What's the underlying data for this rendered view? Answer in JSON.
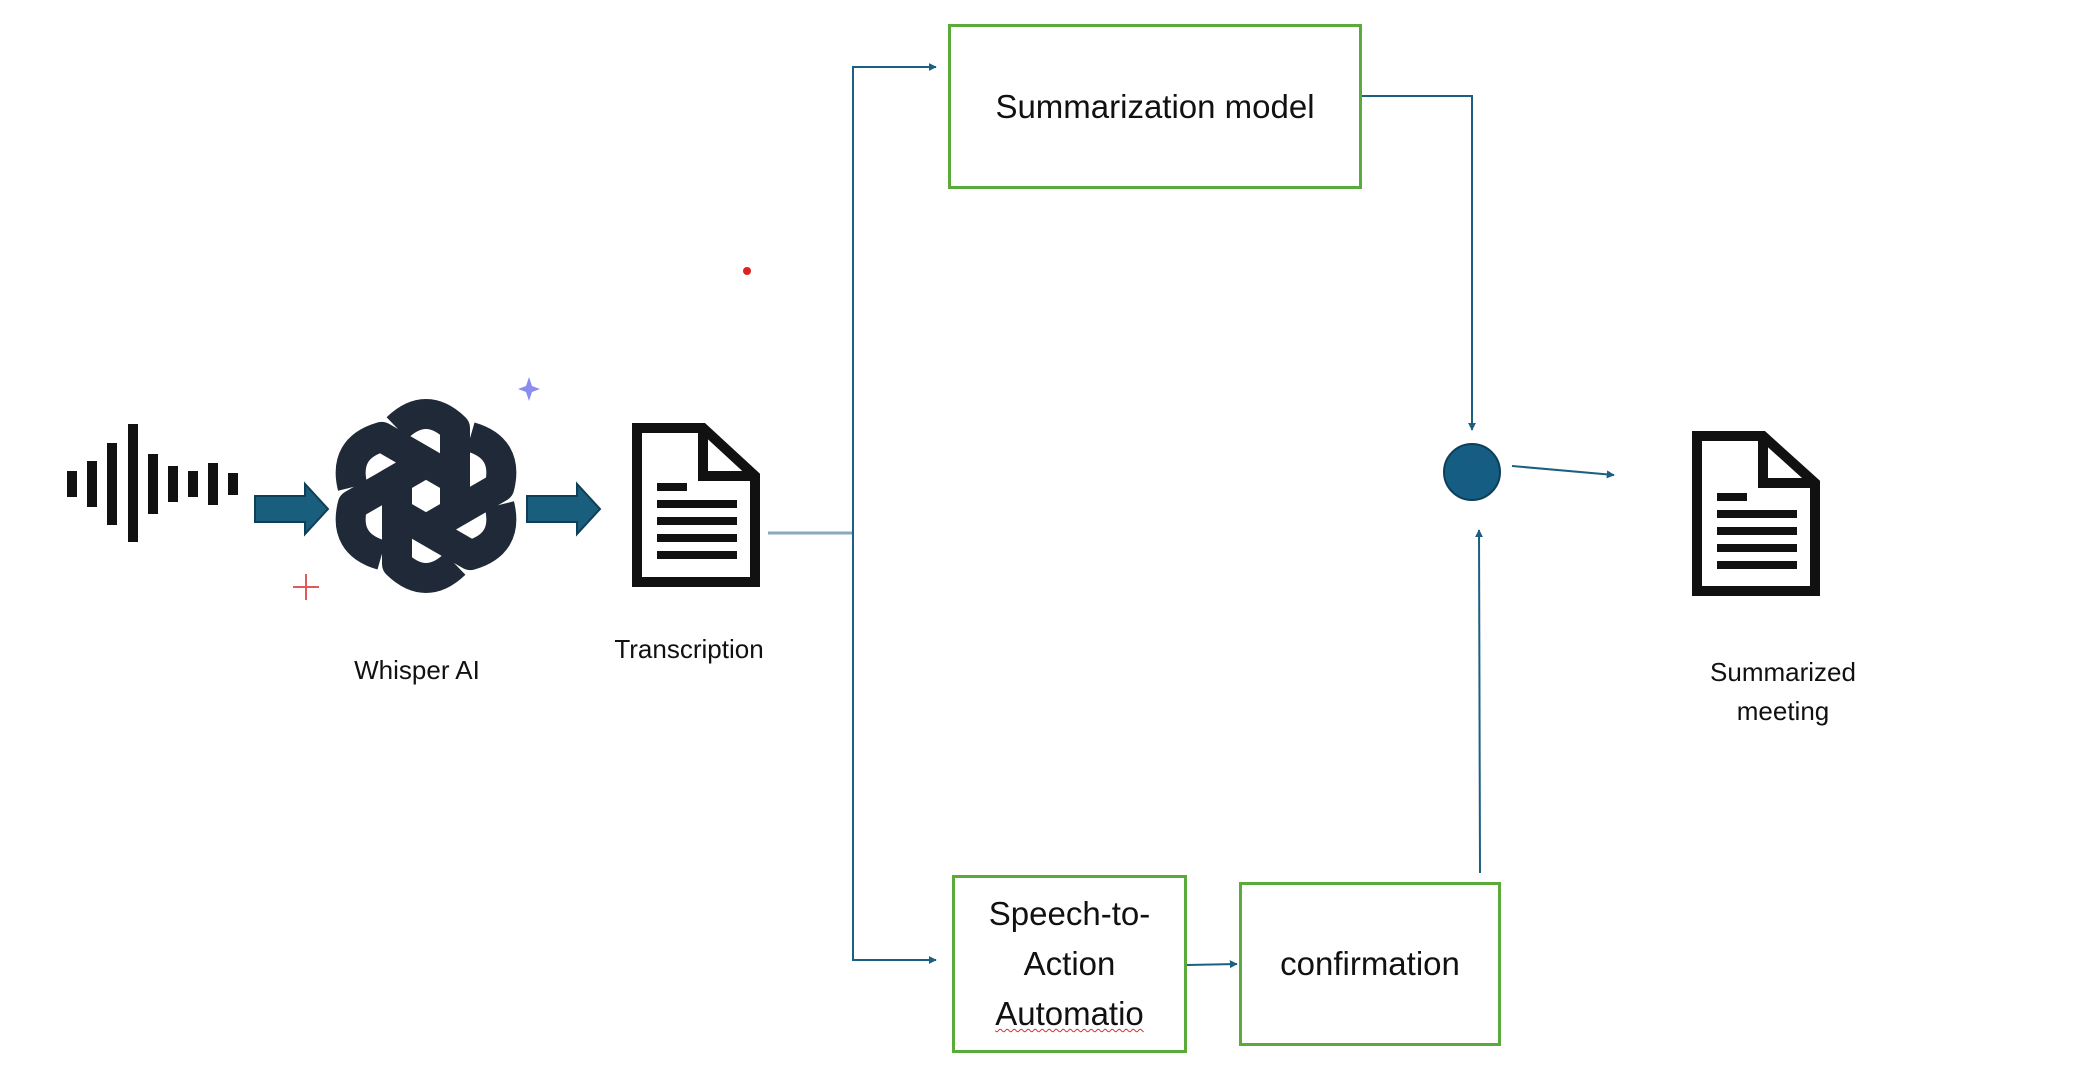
{
  "diagram": {
    "nodes": {
      "summarization_model": {
        "label": "Summarization model"
      },
      "speech_to_action": {
        "label_lines": [
          "Speech-to-",
          "Action",
          "Automatio"
        ]
      },
      "confirmation": {
        "label": "confirmation"
      }
    },
    "captions": {
      "whisper": "Whisper AI",
      "transcription": "Transcription",
      "summarized_line1": "Summarized",
      "summarized_line2": "meeting"
    },
    "icons": [
      "audio-waveform-icon",
      "openai-logo-icon",
      "document-icon",
      "merge-node-icon",
      "sparkle-icon"
    ],
    "colors": {
      "box_border": "#5aaa3c",
      "connector": "#1b6080",
      "merge_node": "#155d83",
      "block_arrow": "#1a5e7e",
      "icon": "#111111",
      "sparkle_purple": "#8a8cf0",
      "sparkle_red": "#e05a5a"
    }
  }
}
